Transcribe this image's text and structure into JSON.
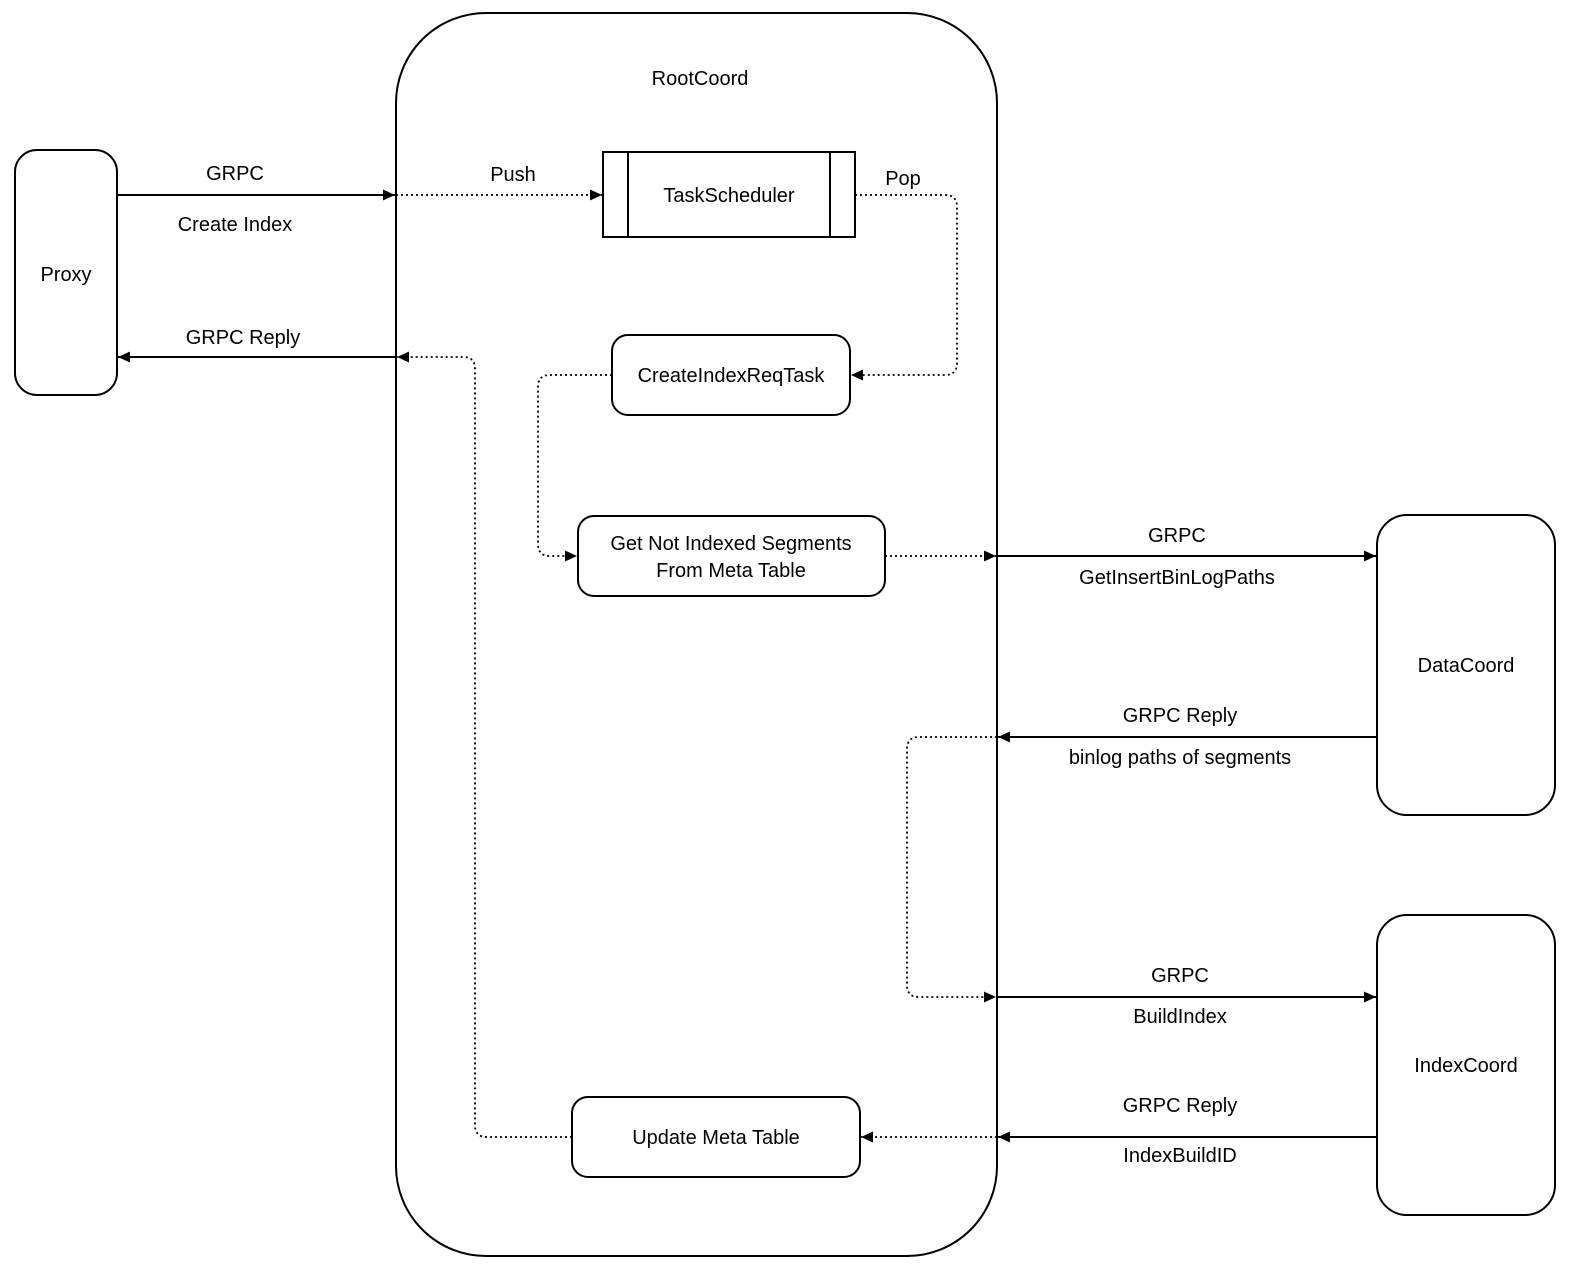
{
  "diagram": {
    "colors": {
      "stroke": "#000000",
      "background": "#ffffff"
    },
    "container": {
      "title": "RootCoord"
    },
    "nodes": {
      "proxy": {
        "label": "Proxy"
      },
      "task_scheduler": {
        "label": "TaskScheduler"
      },
      "create_index_req_task": {
        "label": "CreateIndexReqTask"
      },
      "get_not_indexed_segments": {
        "line1": "Get Not Indexed Segments",
        "line2": "From Meta Table"
      },
      "update_meta_table": {
        "label": "Update Meta Table"
      },
      "data_coord": {
        "label": "DataCoord"
      },
      "index_coord": {
        "label": "IndexCoord"
      }
    },
    "edges": {
      "create_index": {
        "line1": "GRPC",
        "line2": "Create Index"
      },
      "grpc_reply_to_proxy": {
        "label": "GRPC Reply"
      },
      "push": {
        "label": "Push"
      },
      "pop": {
        "label": "Pop"
      },
      "get_insert_binlog_paths": {
        "line1": "GRPC",
        "line2": "GetInsertBinLogPaths"
      },
      "binlog_paths_reply": {
        "line1": "GRPC Reply",
        "line2": "binlog paths of segments"
      },
      "build_index": {
        "line1": "GRPC",
        "line2": "BuildIndex"
      },
      "index_build_id_reply": {
        "line1": "GRPC Reply",
        "line2": "IndexBuildID"
      }
    }
  }
}
